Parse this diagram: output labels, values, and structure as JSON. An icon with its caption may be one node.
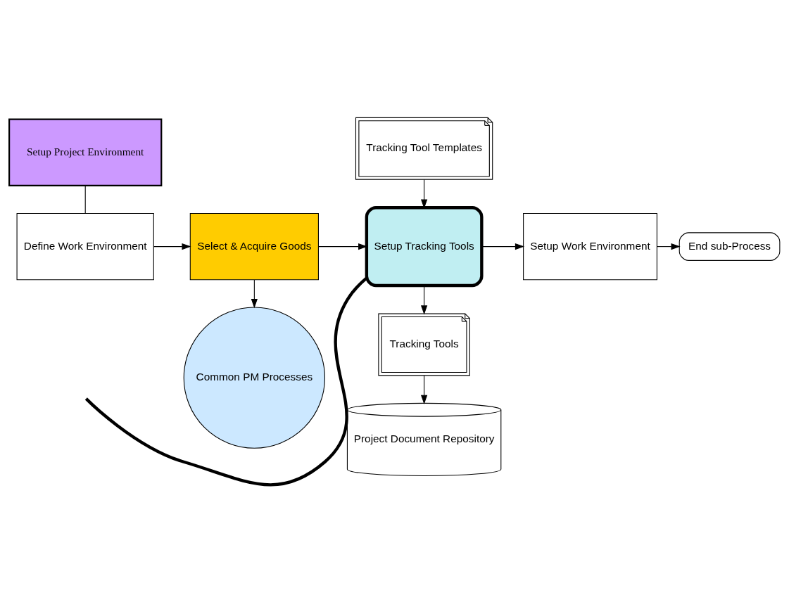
{
  "diagram": {
    "nodes": [
      {
        "text": [
          "Setup Project Environment"
        ]
      },
      {
        "text": [
          "Define Work Environment"
        ]
      },
      {
        "text": [
          "Select & Acquire Goods"
        ]
      },
      {
        "text": [
          "Tracking Tool Templates"
        ]
      },
      {
        "text": [
          "Setup Tracking Tools"
        ]
      },
      {
        "text": [
          "Setup Work Environment"
        ]
      },
      {
        "text": [
          "End sub-Process"
        ]
      },
      {
        "text": [
          "Common PM Processes"
        ]
      },
      {
        "text": [
          "Tracking Tools"
        ]
      },
      {
        "text": [
          "Project Document Repository"
        ]
      }
    ],
    "edges": [
      {
        "from": 0,
        "to": 1,
        "arrow": "none"
      },
      {
        "from": 1,
        "to": 2,
        "arrow": "to"
      },
      {
        "from": 2,
        "to": 4,
        "arrow": "to"
      },
      {
        "from": 3,
        "to": 4,
        "arrow": "to"
      },
      {
        "from": 4,
        "to": 5,
        "arrow": "to"
      },
      {
        "from": 5,
        "to": 6,
        "arrow": "to"
      },
      {
        "from": 2,
        "to": 7,
        "arrow": "to"
      },
      {
        "from": 4,
        "to": 8,
        "arrow": "to"
      },
      {
        "from": 8,
        "to": 9,
        "arrow": "to"
      },
      {
        "from": 4,
        "to": null,
        "arrow": "none",
        "style": "thick"
      }
    ]
  }
}
